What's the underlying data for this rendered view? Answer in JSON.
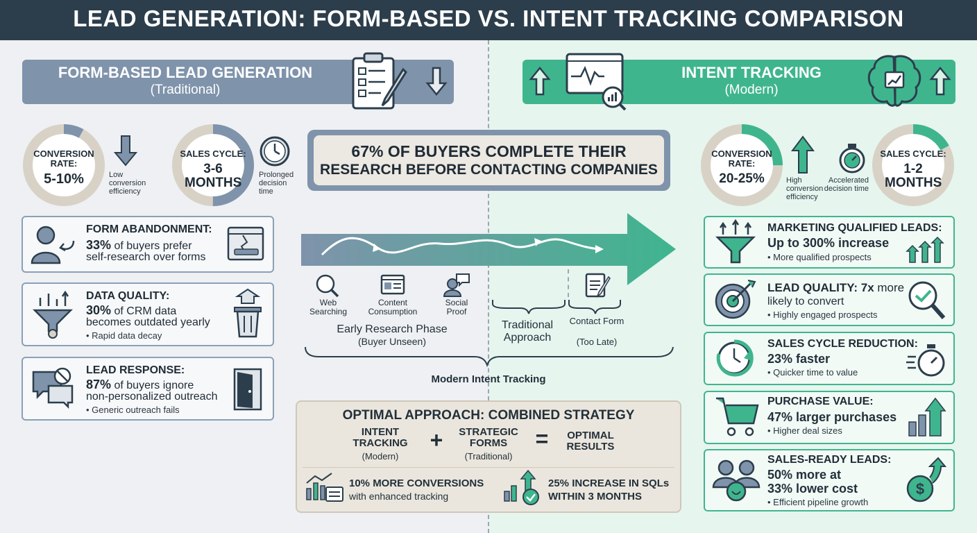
{
  "title": "LEAD GENERATION: FORM-BASED VS. INTENT TRACKING COMPARISON",
  "left_banner": {
    "title": "FORM-BASED LEAD GENERATION",
    "subtitle": "(Traditional)"
  },
  "right_banner": {
    "title": "INTENT TRACKING",
    "subtitle": "(Modern)"
  },
  "left_stats": {
    "conversion": {
      "label": "CONVERSION RATE:",
      "value": "5-10%",
      "note": "Low conversion efficiency",
      "fill": 0.08
    },
    "sales_cycle": {
      "label": "SALES CYCLE:",
      "value": "3-6 MONTHS",
      "note": "Prolonged decision time",
      "fill": 0.5
    }
  },
  "right_stats": {
    "conversion": {
      "label": "CONVERSION RATE:",
      "value": "20-25%",
      "note": "High conversion efficiency",
      "fill": 0.25
    },
    "sales_cycle": {
      "label": "SALES CYCLE:",
      "value": "1-2 MONTHS",
      "note": "Accelerated decision time",
      "fill": 0.17
    }
  },
  "highlight": {
    "line1": "67% OF BUYERS COMPLETE THEIR",
    "line2": "RESEARCH BEFORE CONTACTING COMPANIES"
  },
  "left_cards": [
    {
      "title": "FORM ABANDONMENT:",
      "stat": "33%",
      "text": " of buyers prefer",
      "text2": "self-research over forms",
      "note": "",
      "icon": "user-return-icon",
      "side_icon": "broken-form-icon"
    },
    {
      "title": "DATA QUALITY:",
      "stat": "30%",
      "text": " of CRM data",
      "text2": "becomes outdated yearly",
      "note": "• Rapid data decay",
      "icon": "funnel-icon",
      "side_icon": "trash-icon"
    },
    {
      "title": "LEAD RESPONSE:",
      "stat": "87%",
      "text": " of buyers ignore",
      "text2": "non-personalized outreach",
      "note": "• Generic outreach fails",
      "icon": "blocked-message-icon",
      "side_icon": "door-icon"
    }
  ],
  "right_cards": [
    {
      "title": "MARKETING QUALIFIED LEADS:",
      "line": "Up to 300% increase",
      "note": "• More qualified prospects",
      "icon": "funnel-up-icon",
      "side_icon": "rising-arrows-icon"
    },
    {
      "title": "LEAD QUALITY:",
      "stat": "7x",
      "line": " more",
      "line2": "likely to convert",
      "note": "• Highly engaged prospects",
      "icon": "target-icon",
      "side_icon": "magnifier-check-icon"
    },
    {
      "title": "SALES CYCLE REDUCTION:",
      "line": "23% faster",
      "note": "• Quicker time to value",
      "icon": "clock-arrow-icon",
      "side_icon": "stopwatch-icon"
    },
    {
      "title": "PURCHASE VALUE:",
      "line": "47% larger purchases",
      "note": "• Higher deal sizes",
      "icon": "cart-icon",
      "side_icon": "bar-growth-icon"
    },
    {
      "title": "SALES-READY LEADS:",
      "line": "50% more at",
      "line2": "33% lower cost",
      "note": "• Efficient pipeline growth",
      "icon": "people-icon",
      "side_icon": "dollar-growth-icon"
    }
  ],
  "journey": {
    "steps": [
      {
        "label": "Web Searching",
        "icon": "web-search-icon"
      },
      {
        "label": "Content Consumption",
        "icon": "content-icon"
      },
      {
        "label": "Social Proof",
        "icon": "social-icon"
      }
    ],
    "early_phase": "Early Research Phase",
    "early_phase_sub": "(Buyer Unseen)",
    "traditional": "Traditional Approach",
    "contact_form": "Contact Form",
    "contact_form_sub": "(Too Late)",
    "modern": "Modern Intent Tracking"
  },
  "optimal": {
    "title": "OPTIMAL APPROACH: COMBINED STRATEGY",
    "intent": "INTENT TRACKING",
    "intent_sub": "(Modern)",
    "plus": "+",
    "forms": "STRATEGIC FORMS",
    "forms_sub": "(Traditional)",
    "equals": "=",
    "result": "OPTIMAL RESULTS",
    "metric1_a": "10% MORE CONVERSIONS",
    "metric1_b": "with enhanced tracking",
    "metric2_a": "25% INCREASE IN SQLs",
    "metric2_b": "WITHIN 3 MONTHS"
  },
  "colors": {
    "navy": "#2c3e4c",
    "slate": "#7f93ab",
    "teal": "#3fb58e",
    "ring_bg": "#d8d2c6"
  }
}
